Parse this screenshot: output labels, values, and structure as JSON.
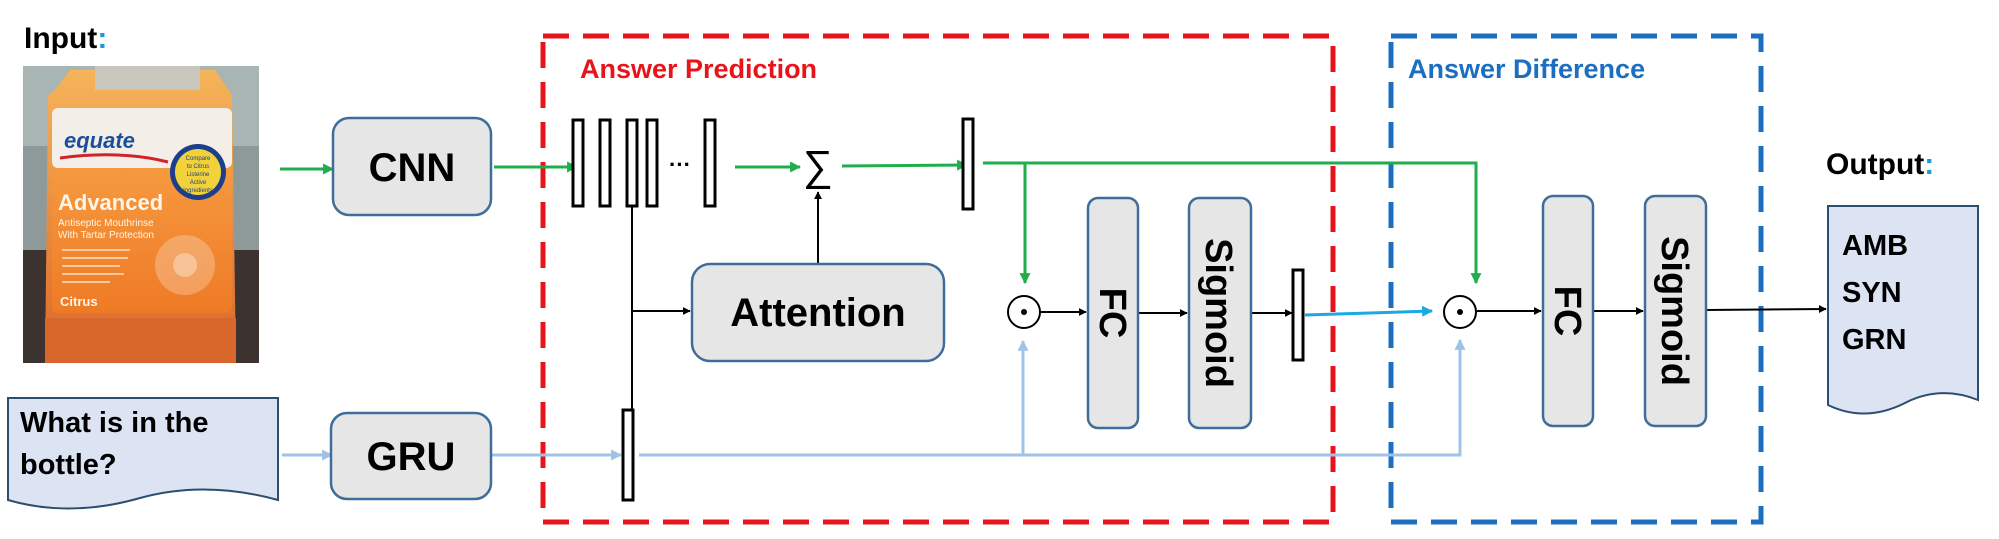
{
  "input_label": {
    "text": "Input",
    "colon": ":"
  },
  "output_label": {
    "text": "Output",
    "colon": ":"
  },
  "input_photo": {
    "brand": "equate",
    "product": "Advanced",
    "line1": "Antiseptic Mouthrinse",
    "line2": "With Tartar Protection",
    "flavor": "Citrus",
    "badge": [
      "Compare",
      "to Citrus",
      "Listerine",
      "Active",
      "Ingredients"
    ]
  },
  "question": {
    "line1": "What is in the",
    "line2": "bottle?"
  },
  "blocks": {
    "cnn": "CNN",
    "gru": "GRU",
    "attention": "Attention",
    "fc1": "FC",
    "sigmoid1": "Sigmoid",
    "fc2": "FC",
    "sigmoid2": "Sigmoid"
  },
  "symbols": {
    "sum": "∑",
    "dots": "···",
    "mult": "⊙"
  },
  "regions": {
    "prediction": {
      "title": "Answer Prediction",
      "color": "#e8141b"
    },
    "difference": {
      "title": "Answer Difference",
      "color": "#1c6fc0"
    }
  },
  "output_doc": {
    "lines": [
      "AMB",
      "SYN",
      "GRN"
    ]
  },
  "colors": {
    "accent_colon": "#1c9ad6",
    "green_arrow": "#1fae4b",
    "lightblue_arrow": "#9fc3e6",
    "cyan_arrow": "#1aa9e1",
    "block_fill": "#e6e6e6",
    "block_stroke": "#3f6d9a",
    "doc_fill": "#dce4f4"
  }
}
